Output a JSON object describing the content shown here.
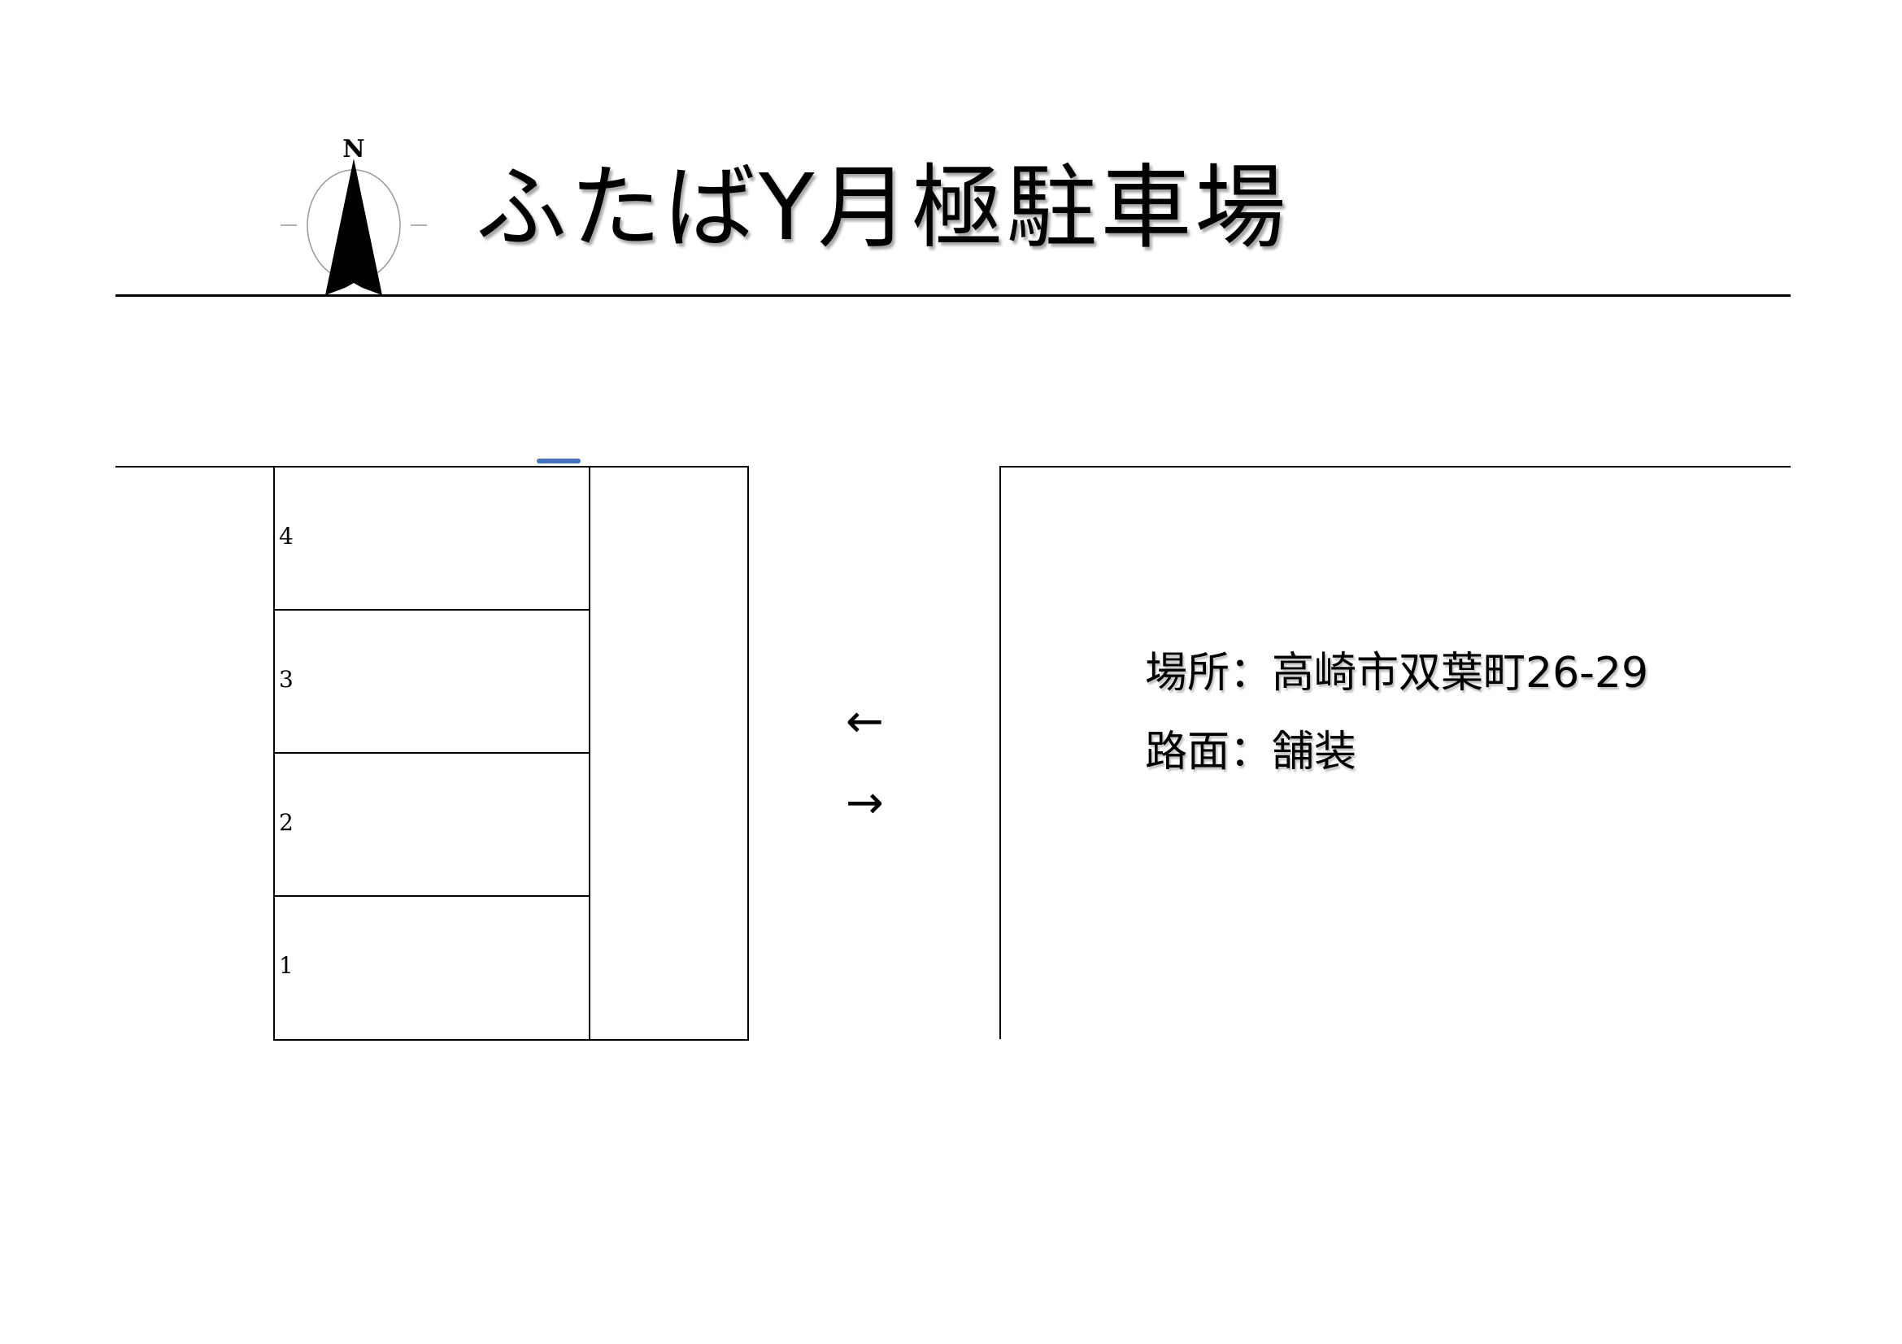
{
  "title": "ふたばY月極駐車場",
  "compass": {
    "label": "N"
  },
  "spaces": [
    {
      "number": "4"
    },
    {
      "number": "3"
    },
    {
      "number": "2"
    },
    {
      "number": "1"
    }
  ],
  "traffic": {
    "left_arrow": "←",
    "right_arrow": "→"
  },
  "info": {
    "location": "場所：高崎市双葉町26-29",
    "surface": "路面：舗装"
  },
  "colors": {
    "marker": "#4472c4"
  }
}
